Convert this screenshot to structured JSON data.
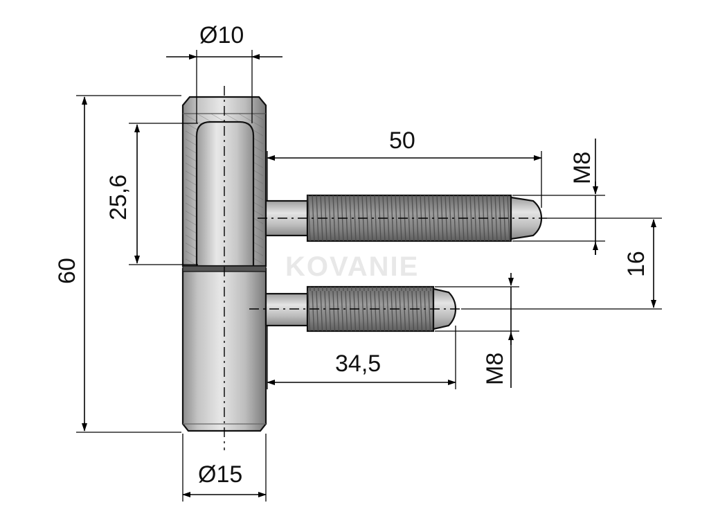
{
  "drawing": {
    "watermark": "KOVANIE",
    "dimensions": {
      "top_diameter": "Ø10",
      "bottom_diameter": "Ø15",
      "total_height": "60",
      "bore_depth": "25,6",
      "upper_pin_length": "50",
      "lower_pin_length": "34,5",
      "pin_spacing": "16",
      "upper_thread": "M8",
      "lower_thread": "M8"
    },
    "colors": {
      "metal_light": "#e2e2e2",
      "metal_mid": "#b4b4b4",
      "metal_dark": "#6e6e6e",
      "thread": "#8a8a8a"
    }
  }
}
